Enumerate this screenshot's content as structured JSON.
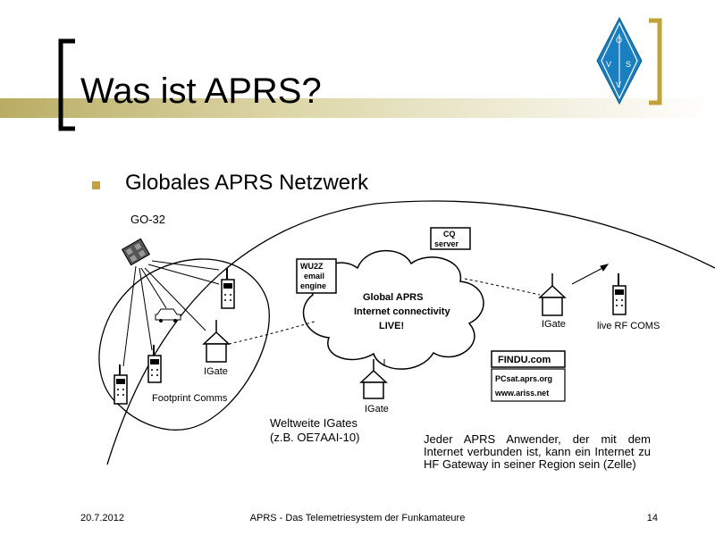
{
  "slide": {
    "title": "Was ist APRS?",
    "bullet": "Globales APRS Netzwerk",
    "accent_color": "#c2a23a",
    "title_bar_color": "#b9ad64"
  },
  "logo": {
    "icon": "oevsv-diamond-logo",
    "letters": [
      "Ö",
      "V",
      "S",
      "V"
    ]
  },
  "diagram": {
    "satellite_label": "GO-32",
    "cq_server_label": "CQ\nserver",
    "cq_line1": "CQ",
    "cq_line2": "server",
    "wu2z_line1": "WU2Z",
    "wu2z_line2": "email",
    "wu2z_line3": "engine",
    "cloud_line1": "Global APRS",
    "cloud_line2": "Internet connectivity",
    "cloud_line3": "LIVE!",
    "igate_left": "IGate",
    "igate_center": "IGate",
    "igate_right": "IGate",
    "live_rf": "live RF COMS",
    "footprint": "Footprint Comms",
    "findu": "FINDU.com",
    "pcsat": "PCsat.aprs.org",
    "ariss": "www.ariss.net"
  },
  "notes": {
    "igates_line1": "Weltweite IGates",
    "igates_line2": "(z.B. OE7AAI-10)",
    "region": "Jeder APRS Anwender, der mit dem Internet verbunden ist, kann ein Internet zu HF Gateway in seiner Region sein  (Zelle)"
  },
  "footer": {
    "date": "20.7.2012",
    "center": "APRS - Das Telemetriesystem der Funkamateure",
    "page": "14"
  }
}
